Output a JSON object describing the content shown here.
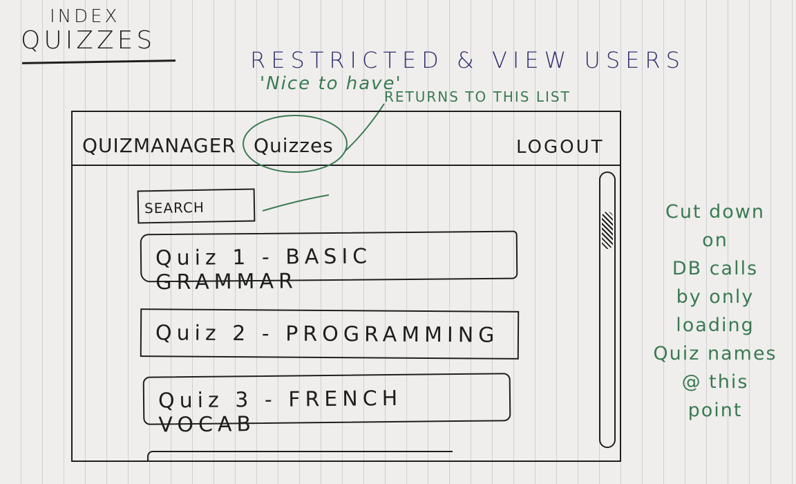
{
  "page_heading": {
    "line1": "INDEX",
    "line2": "QUIZZES"
  },
  "restriction_note": "RESTRICTED & VIEW USERS",
  "returns_note": "RETURNS TO THIS LIST",
  "navbar": {
    "app_title": "QUIZMANAGER",
    "quizzes_link": "Quizzes",
    "logout_link": "LOGOUT"
  },
  "search": {
    "placeholder": "SEARCH"
  },
  "nice_to_have_note": "'Nice to have'",
  "quizzes": [
    {
      "label": "Quiz 1 - BASIC GRAMMAR"
    },
    {
      "label": "Quiz 2 - PROGRAMMING"
    },
    {
      "label": "Quiz 3 - FRENCH VOCAB"
    }
  ],
  "db_note_lines": [
    "Cut down",
    "on",
    "DB calls",
    "by only",
    "loading",
    "Quiz names",
    "@ this",
    "point"
  ],
  "colors": {
    "black_ink": "#1e1e1e",
    "blue_ink": "#2f2e6e",
    "green_ink": "#3a7a52",
    "paper": "#efeeec"
  }
}
